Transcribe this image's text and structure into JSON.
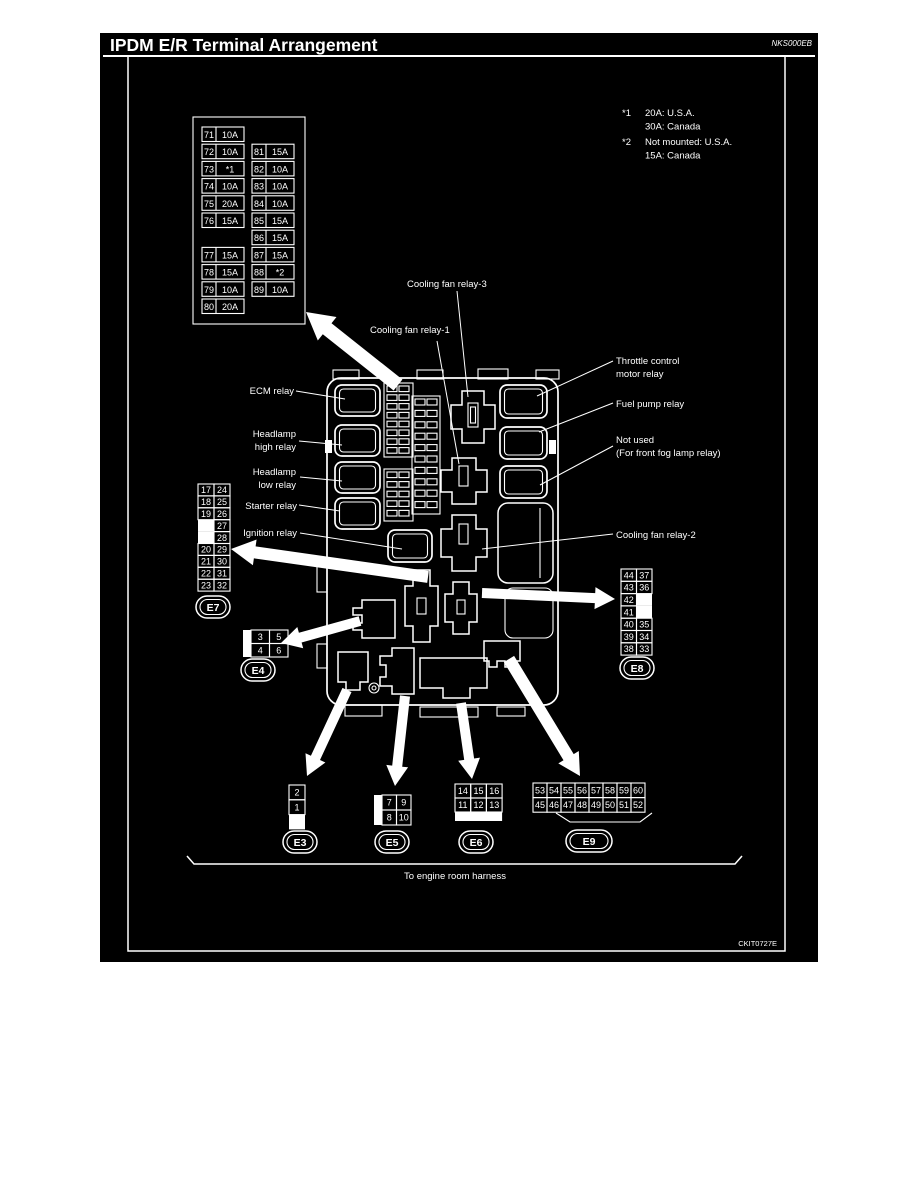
{
  "header": {
    "title": "IPDM E/R Terminal Arrangement",
    "code": "NKS000EB"
  },
  "notes": [
    {
      "ref": "*1",
      "lines": [
        "20A: U.S.A.",
        "30A: Canada"
      ]
    },
    {
      "ref": "*2",
      "lines": [
        "Not mounted: U.S.A.",
        "15A: Canada"
      ]
    }
  ],
  "footer": {
    "caption": "To engine room harness",
    "figure_code": "CKIT0727E"
  },
  "colors": {
    "background": "#000000",
    "ink": "#ffffff"
  },
  "fuse_table": {
    "rows": [
      {
        "left": [
          "71",
          "10A"
        ],
        "right": null
      },
      {
        "left": [
          "72",
          "10A"
        ],
        "right": [
          "81",
          "15A"
        ]
      },
      {
        "left": [
          "73",
          "*1"
        ],
        "right": [
          "82",
          "10A"
        ]
      },
      {
        "left": [
          "74",
          "10A"
        ],
        "right": [
          "83",
          "10A"
        ]
      },
      {
        "left": [
          "75",
          "20A"
        ],
        "right": [
          "84",
          "10A"
        ]
      },
      {
        "left": [
          "76",
          "15A"
        ],
        "right": [
          "85",
          "15A"
        ]
      },
      {
        "left": null,
        "right": [
          "86",
          "15A"
        ]
      },
      {
        "left": [
          "77",
          "15A"
        ],
        "right": [
          "87",
          "15A"
        ]
      },
      {
        "left": [
          "78",
          "15A"
        ],
        "right": [
          "88",
          "*2"
        ]
      },
      {
        "left": [
          "79",
          "10A"
        ],
        "right": [
          "89",
          "10A"
        ]
      },
      {
        "left": [
          "80",
          "20A"
        ],
        "right": null
      }
    ]
  },
  "component_labels": {
    "ecm": {
      "lines": [
        "ECM relay"
      ]
    },
    "headlamp_high": {
      "lines": [
        "Headlamp",
        "high relay"
      ]
    },
    "headlamp_low": {
      "lines": [
        "Headlamp",
        "low relay"
      ]
    },
    "starter": {
      "lines": [
        "Starter relay"
      ]
    },
    "ignition": {
      "lines": [
        "Ignition relay"
      ]
    },
    "cooling_fan_3": {
      "lines": [
        "Cooling fan relay-3"
      ]
    },
    "cooling_fan_1": {
      "lines": [
        "Cooling fan relay-1"
      ]
    },
    "throttle": {
      "lines": [
        "Throttle control",
        "motor relay"
      ]
    },
    "fuel_pump": {
      "lines": [
        "Fuel pump relay"
      ]
    },
    "not_used": {
      "lines": [
        "Not used",
        "(For front fog lamp relay)"
      ]
    },
    "cooling_fan_2": {
      "lines": [
        "Cooling fan relay-2"
      ]
    }
  },
  "connector_tables": {
    "E7": {
      "label": "E7",
      "grid": [
        [
          "17",
          "24"
        ],
        [
          "18",
          "25"
        ],
        [
          "19",
          "26"
        ],
        [
          null,
          "27"
        ],
        [
          null,
          "28"
        ],
        [
          "20",
          "29"
        ],
        [
          "21",
          "30"
        ],
        [
          "22",
          "31"
        ],
        [
          "23",
          "32"
        ]
      ]
    },
    "E8": {
      "label": "E8",
      "grid": [
        [
          "44",
          "37"
        ],
        [
          "43",
          "36"
        ],
        [
          "42",
          null
        ],
        [
          "41",
          null
        ],
        [
          "40",
          "35"
        ],
        [
          "39",
          "34"
        ],
        [
          "38",
          "33"
        ]
      ]
    },
    "E4": {
      "label": "E4",
      "grid": [
        [
          "3",
          "5"
        ],
        [
          "4",
          "6"
        ]
      ]
    },
    "E3": {
      "label": "E3",
      "grid": [
        [
          "2"
        ],
        [
          "1"
        ],
        [
          null
        ]
      ]
    },
    "E5": {
      "label": "E5",
      "grid": [
        [
          "7",
          "9"
        ],
        [
          "8",
          "10"
        ]
      ]
    },
    "E6": {
      "label": "E6",
      "grid": [
        [
          "14",
          "15",
          "16"
        ],
        [
          "11",
          "12",
          "13"
        ]
      ]
    },
    "E9": {
      "label": "E9",
      "grid": [
        [
          "53",
          "54",
          "55",
          "56",
          "57",
          "58",
          "59",
          "60"
        ],
        [
          "45",
          "46",
          "47",
          "48",
          "49",
          "50",
          "51",
          "52"
        ]
      ]
    }
  }
}
